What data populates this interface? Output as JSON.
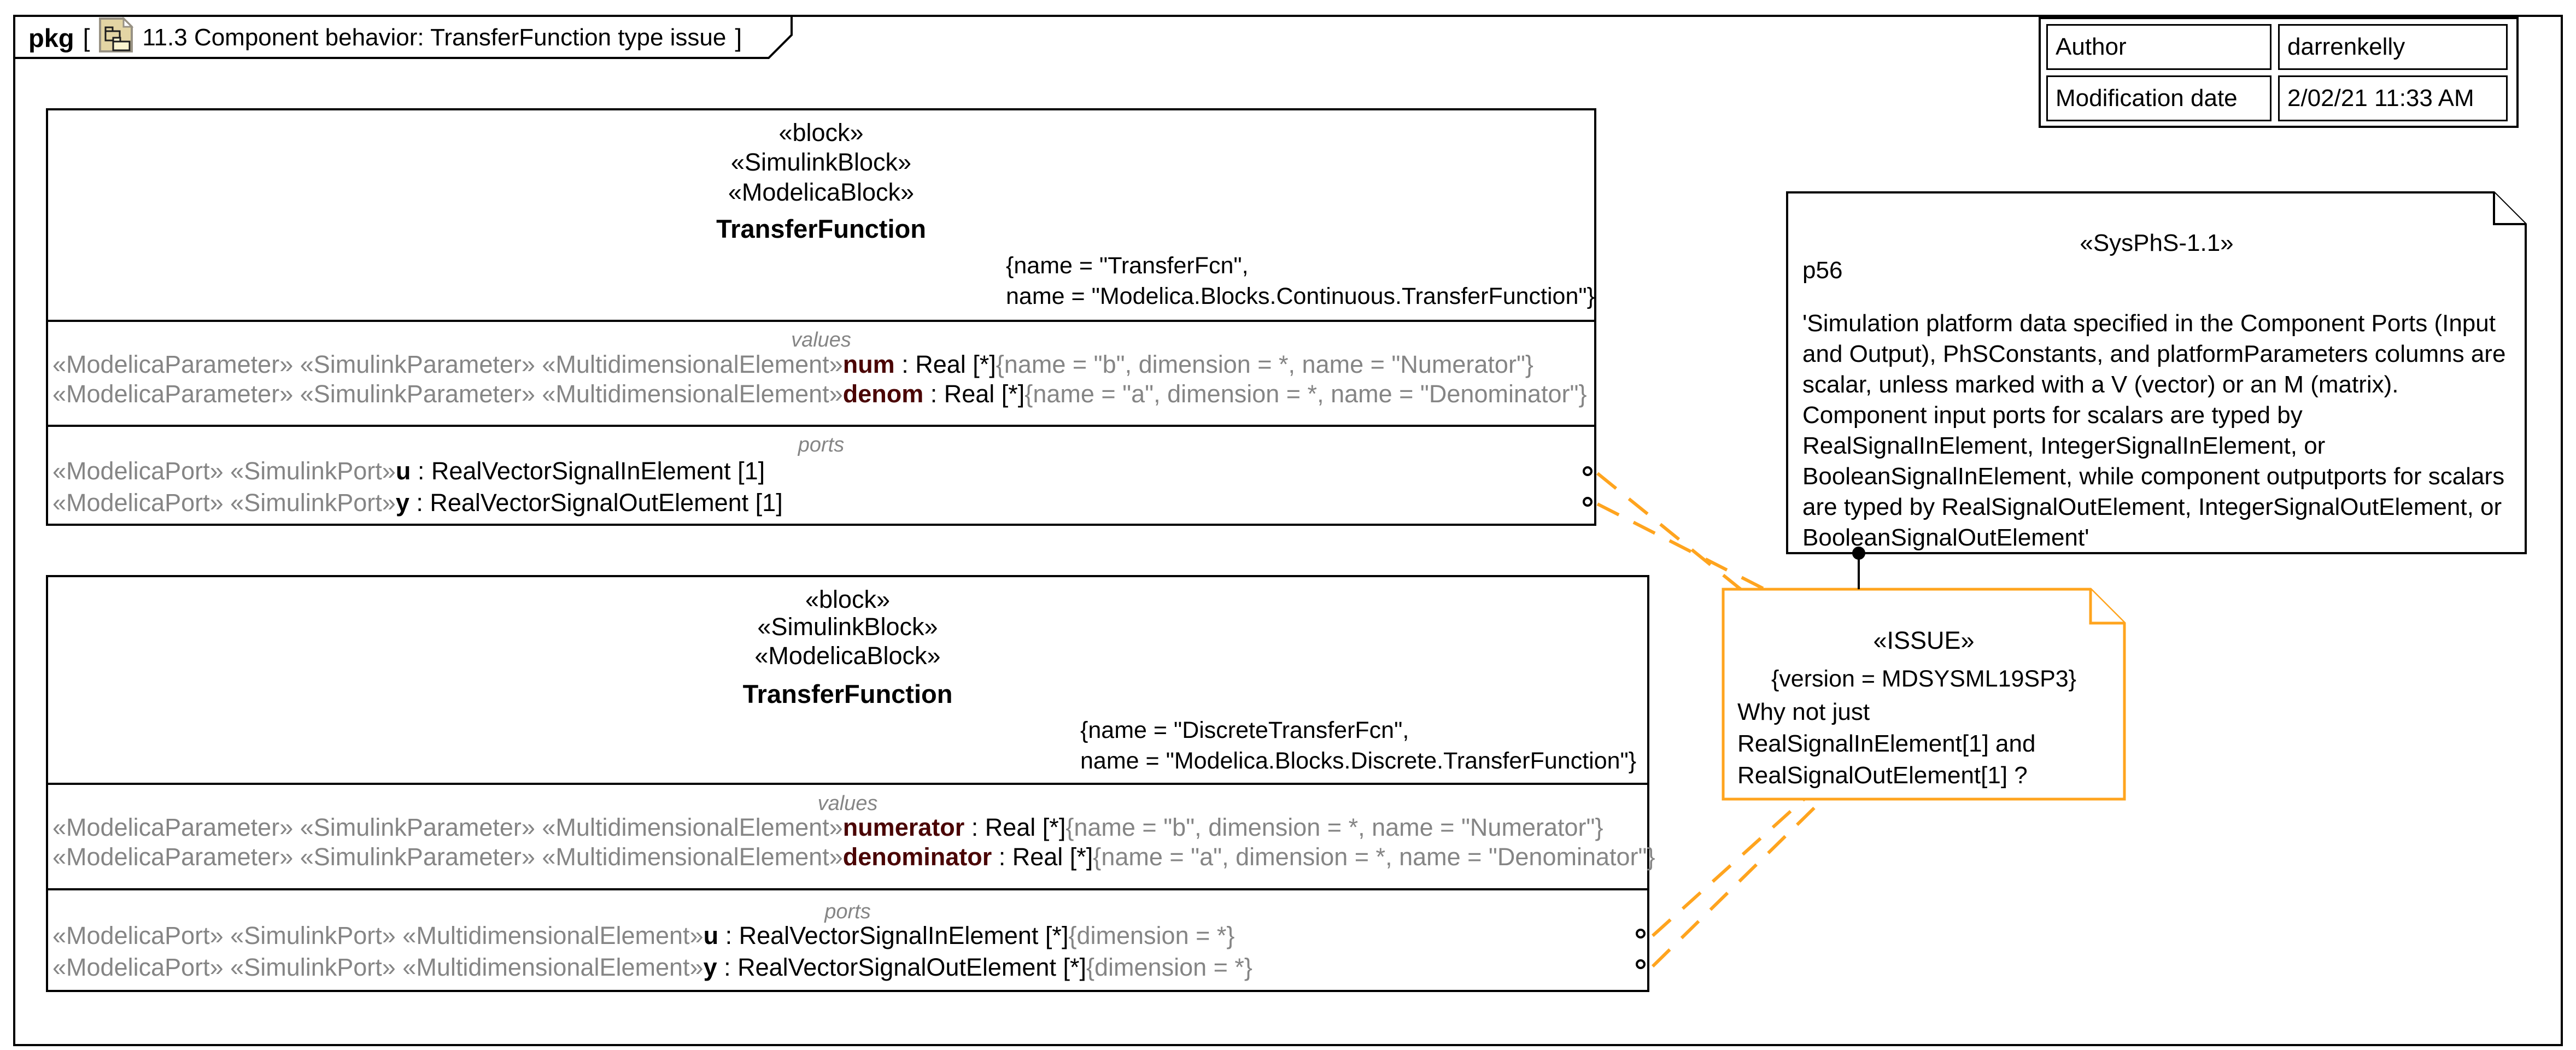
{
  "frame": {
    "tab_keyword": "pkg",
    "tab_bracket_open": "[",
    "tab_title": "11.3 Component behavior: TransferFunction type issue",
    "tab_bracket_close": "]"
  },
  "info_table": {
    "rows": [
      {
        "label": "Author",
        "value": "darrenkelly"
      },
      {
        "label": "Modification date",
        "value": "2/02/21 11:33 AM"
      }
    ]
  },
  "blocks": [
    {
      "stereotypes": [
        "«block»",
        "«SimulinkBlock»",
        "«ModelicaBlock»"
      ],
      "name": "TransferFunction",
      "tag_lines": [
        "{name = \"TransferFcn\",",
        "name = \"Modelica.Blocks.Continuous.TransferFunction\"}"
      ],
      "values_label": "values",
      "values": [
        {
          "stereo": "«ModelicaParameter» «SimulinkParameter» «MultidimensionalElement»",
          "name": "num",
          "rest": " : Real [*]",
          "tag": "{name = \"b\", dimension = *, name = \"Numerator\"}"
        },
        {
          "stereo": "«ModelicaParameter» «SimulinkParameter» «MultidimensionalElement»",
          "name": "denom",
          "rest": " : Real [*]",
          "tag": "{name = \"a\", dimension = *, name = \"Denominator\"}"
        }
      ],
      "ports_label": "ports",
      "ports": [
        {
          "stereo": "«ModelicaPort» «SimulinkPort»",
          "name": "u",
          "rest": " : RealVectorSignalInElement [1]",
          "tag": ""
        },
        {
          "stereo": "«ModelicaPort» «SimulinkPort»",
          "name": "y",
          "rest": " : RealVectorSignalOutElement [1]",
          "tag": ""
        }
      ]
    },
    {
      "stereotypes": [
        "«block»",
        "«SimulinkBlock»",
        "«ModelicaBlock»"
      ],
      "name": "TransferFunction",
      "tag_lines": [
        "{name = \"DiscreteTransferFcn\",",
        "name = \"Modelica.Blocks.Discrete.TransferFunction\"}"
      ],
      "values_label": "values",
      "values": [
        {
          "stereo": "«ModelicaParameter» «SimulinkParameter» «MultidimensionalElement»",
          "name": "numerator",
          "rest": " : Real [*]",
          "tag": "{name = \"b\", dimension = *, name = \"Numerator\"}"
        },
        {
          "stereo": "«ModelicaParameter» «SimulinkParameter» «MultidimensionalElement»",
          "name": "denominator",
          "rest": " : Real [*]",
          "tag": "{name = \"a\", dimension = *, name = \"Denominator\"}"
        }
      ],
      "ports_label": "ports",
      "ports": [
        {
          "stereo": "«ModelicaPort» «SimulinkPort» «MultidimensionalElement»",
          "name": "u",
          "rest": " : RealVectorSignalInElement [*]",
          "tag": "{dimension = *}"
        },
        {
          "stereo": "«ModelicaPort» «SimulinkPort» «MultidimensionalElement»",
          "name": "y",
          "rest": " : RealVectorSignalOutElement [*]",
          "tag": "{dimension = *}"
        }
      ]
    }
  ],
  "sysphs_note": {
    "stereotype": "«SysPhS-1.1»",
    "page_ref": "p56",
    "body": "'Simulation platform data specified in the Component Ports (Input and Output), PhSConstants, and platformParameters columns are scalar, unless marked with a V (vector) or an M (matrix). Component input ports for scalars are typed by RealSignalInElement, IntegerSignalInElement, or BooleanSignalInElement, while component outputports for scalars are typed by RealSignalOutElement, IntegerSignalOutElement, or BooleanSignalOutElement'"
  },
  "issue_note": {
    "stereotype": "«ISSUE»",
    "version_tag": "{version = MDSYSML19SP3}",
    "lines": [
      "Why not just",
      "RealSignalInElement[1] and",
      "RealSignalOutElement[1] ?"
    ]
  },
  "colors": {
    "issue_orange": "#FFA41E",
    "muted_gray": "#858585",
    "property_maroon": "#4A0404"
  }
}
